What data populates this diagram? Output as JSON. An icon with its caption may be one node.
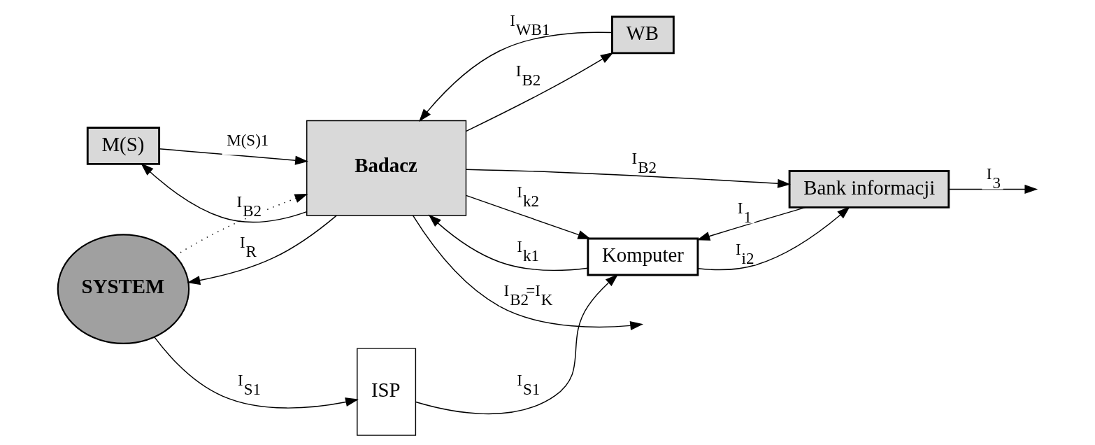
{
  "diagram": {
    "nodes": [
      {
        "text": [
          "M(S)"
        ]
      },
      {
        "text": [
          "WB"
        ]
      },
      {
        "text": [
          "SYSTEM"
        ]
      },
      {
        "text": [
          "ISP"
        ]
      },
      {
        "text": [
          "Badacz"
        ]
      },
      {
        "text": [
          "Komputer"
        ]
      },
      {
        "text": [
          "Bank informacji"
        ]
      }
    ],
    "edges": [
      {
        "from": 4,
        "to": 0,
        "arrow": "to",
        "label": "I$_{B2}$"
      },
      {
        "from": 0,
        "to": 4,
        "arrow": "to",
        "label": "M(S)1"
      },
      {
        "from": 1,
        "to": 4,
        "arrow": "to",
        "label": "I$_{WB1}$"
      },
      {
        "from": 4,
        "to": 2,
        "arrow": "to",
        "label": "I$_{R}$"
      },
      {
        "from": 2,
        "to": 3,
        "arrow": "to",
        "label": "I$_{S1}$"
      },
      {
        "from": 2,
        "to": 4,
        "arrow": "to",
        "style": "dashed"
      },
      {
        "from": 3,
        "to": 5,
        "arrow": "to",
        "label": "I$_{S1}$"
      },
      {
        "from": 4,
        "to": 5,
        "arrow": "to",
        "label": "I$_{k2}$"
      },
      {
        "from": 5,
        "to": 4,
        "arrow": "to",
        "label": "I$_{k1}$"
      },
      {
        "from": 6,
        "to": 5,
        "arrow": "to",
        "label": "I$_{1}$"
      },
      {
        "from": 5,
        "to": 6,
        "arrow": "to",
        "label": "I$_{i2}$"
      },
      {
        "from": 4,
        "to": 1,
        "arrow": "to",
        "label": "I$_{B2}$"
      },
      {
        "from": 4,
        "to": 6,
        "arrow": "to",
        "label": "I$_{B2}$"
      },
      {
        "from": 4,
        "to": null,
        "arrow": "to",
        "label": "I$_{B2}$=I$_{K}$"
      },
      {
        "from": 6,
        "to": null,
        "arrow": "to",
        "label": "I$_{3}$"
      }
    ]
  }
}
